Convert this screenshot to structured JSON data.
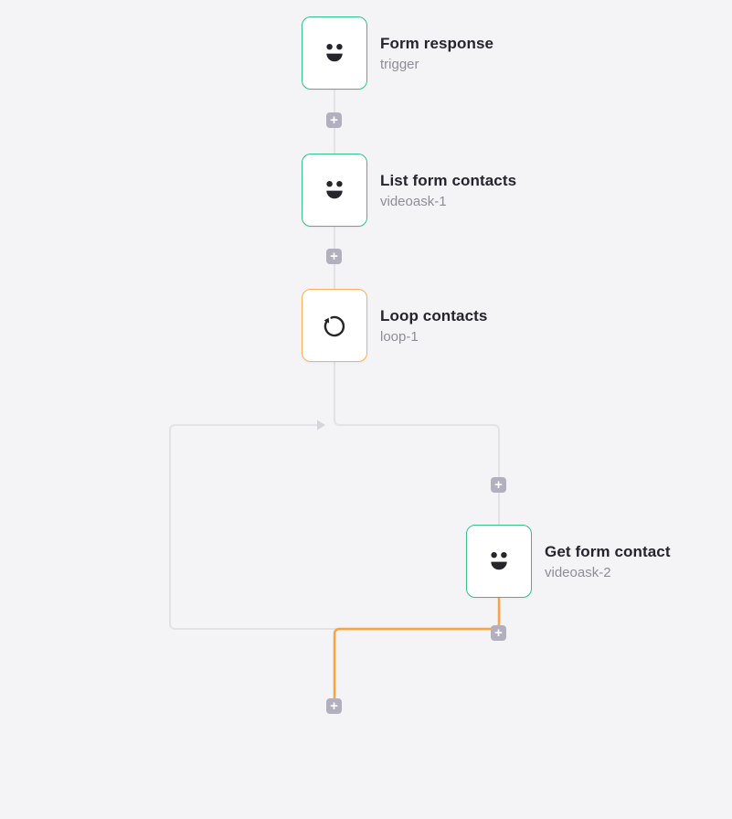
{
  "canvas": {
    "background": "#f4f4f6"
  },
  "workflow": {
    "nodes": [
      {
        "title": "Form response",
        "subtitle": "trigger",
        "icon": "videoask-smiley-icon",
        "accent": "#34c384"
      },
      {
        "title": "List form contacts",
        "subtitle": "videoask-1",
        "icon": "videoask-smiley-icon",
        "accent": "#34c384"
      },
      {
        "title": "Loop contacts",
        "subtitle": "loop-1",
        "icon": "loop-arrow-icon",
        "accent": "#ffb054"
      },
      {
        "title": "Get form contact",
        "subtitle": "videoask-2",
        "icon": "videoask-smiley-icon",
        "accent": "#34c384"
      }
    ],
    "plus_label": "+",
    "colors": {
      "connector": "#e3e2e6",
      "loop_return_arrow": "#d6d5db",
      "active_path": "#ffa23e",
      "plus_button": "#b2b0bf",
      "node_title": "#25242c",
      "node_subtitle": "#8e8d97",
      "icon_ink": "#26252c"
    }
  }
}
